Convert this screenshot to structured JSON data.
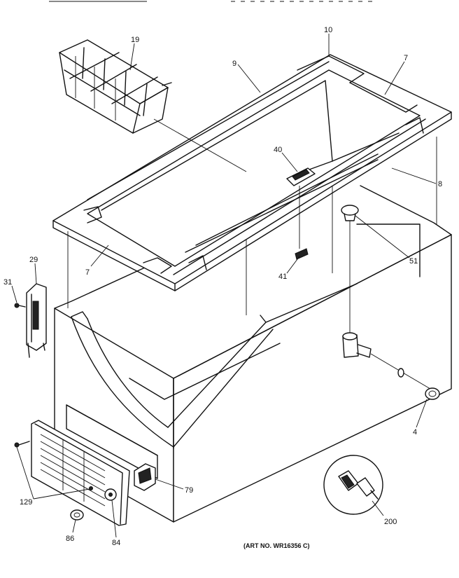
{
  "labels": {
    "p19": "19",
    "p10": "10",
    "p9": "9",
    "p7a": "7",
    "p7b": "7",
    "p40": "40",
    "p8": "8",
    "p51": "51",
    "p29": "29",
    "p31": "31",
    "p41": "41",
    "p4": "4",
    "p79": "79",
    "p129": "129",
    "p86": "86",
    "p84": "84",
    "p200": "200"
  },
  "caption": "(ART NO. WR16356 C)"
}
